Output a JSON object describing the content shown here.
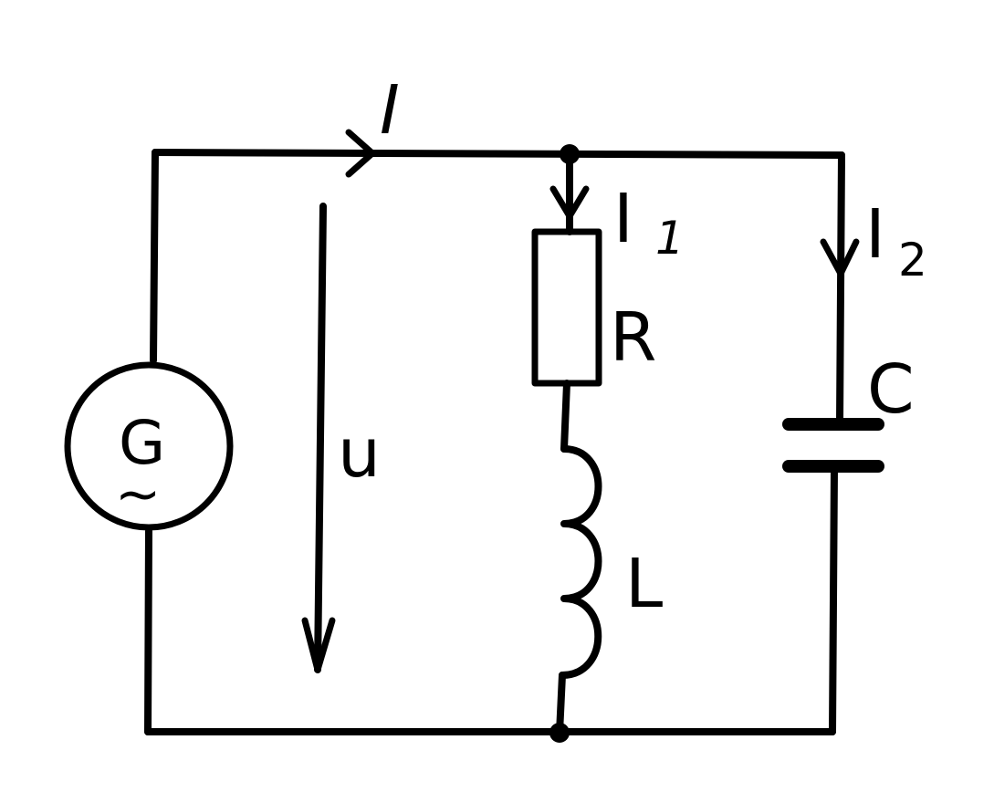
{
  "labels": {
    "current_total": "I",
    "current_branch1": "I",
    "current_branch1_sub": "1",
    "current_branch2": "I",
    "current_branch2_sub": "2",
    "resistor": "R",
    "inductor": "L",
    "capacitor": "C",
    "voltage": "u",
    "generator": "G",
    "generator_ac_symbol": "~"
  }
}
